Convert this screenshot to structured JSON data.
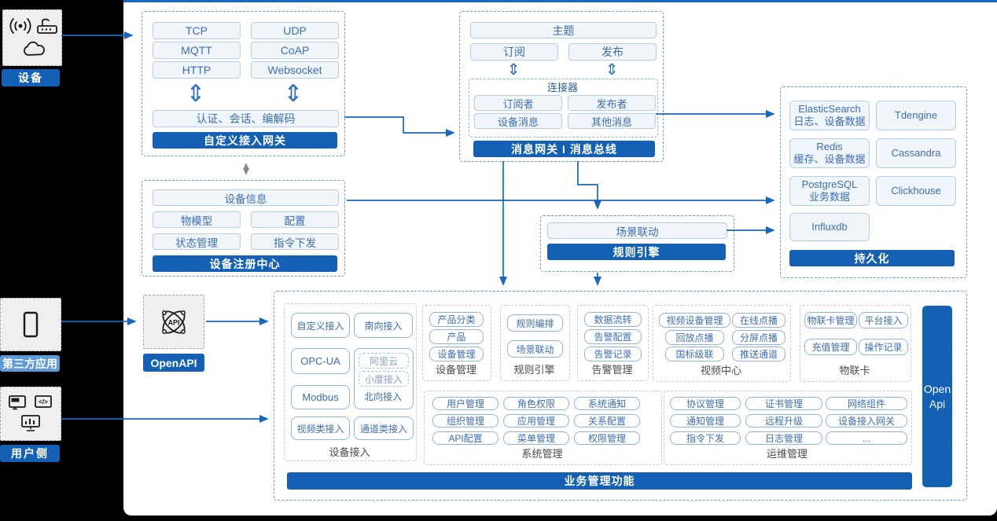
{
  "left_rail": {
    "device_label": "设备",
    "third_party_label": "第三方应用",
    "user_side_label": "用户侧"
  },
  "icons": {
    "updown_arrow": "⇕"
  },
  "custom_gateway": {
    "protocols": [
      "TCP",
      "UDP",
      "MQTT",
      "CoAP",
      "HTTP",
      "Websocket"
    ],
    "session_bar": "认证、会话、编解码",
    "title": "自定义接入网关"
  },
  "device_registry": {
    "device_info": "设备信息",
    "items": [
      "物模型",
      "配置",
      "状态管理",
      "指令下发"
    ],
    "title": "设备注册中心"
  },
  "message_gateway": {
    "topic": "主题",
    "subscribe": "订阅",
    "publish": "发布",
    "connector_title": "连接器",
    "connector_items": [
      "订阅者",
      "发布者",
      "设备消息",
      "其他消息"
    ],
    "title": "消息网关 I 消息总线"
  },
  "persistence": {
    "stores": [
      {
        "name": "ElasticSearch",
        "desc": "日志、设备数据"
      },
      {
        "name": "Tdengine",
        "desc": ""
      },
      {
        "name": "Redis",
        "desc": "缓存、设备数据"
      },
      {
        "name": "Cassandra",
        "desc": ""
      },
      {
        "name": "PostgreSQL",
        "desc": "业务数据"
      },
      {
        "name": "Clickhouse",
        "desc": ""
      },
      {
        "name": "Influxdb",
        "desc": ""
      }
    ],
    "title": "持久化"
  },
  "rule_engine_panel": {
    "scene_linkage": "场景联动",
    "title": "规则引擎"
  },
  "openapi": {
    "label": "OpenAPI"
  },
  "business": {
    "device_access": {
      "label": "设备接入",
      "custom": "自定义接入",
      "south": "南向接入",
      "opcua": "OPC-UA",
      "modbus": "Modbus",
      "ali": "阿里云",
      "xiaodu": "小度接入",
      "north": "北向接入",
      "video": "视频类接入",
      "channel": "通道类接入"
    },
    "device_mgmt": {
      "label": "设备管理",
      "items": [
        "产品分类",
        "产品",
        "设备管理"
      ]
    },
    "rule_engine": {
      "label": "规则引擎",
      "items": [
        "规则编排",
        "场景联动"
      ]
    },
    "alarm_mgmt": {
      "label": "告警管理",
      "items": [
        "数据流转",
        "告警配置",
        "告警记录"
      ]
    },
    "video_center": {
      "label": "视频中心",
      "items": [
        "视频设备管理",
        "在线点播",
        "回放点播",
        "分屏点播",
        "国标级联",
        "推送通道"
      ]
    },
    "iot_card": {
      "label": "物联卡",
      "items": [
        "物联卡管理",
        "平台接入",
        "充值管理",
        "操作记录"
      ]
    },
    "system_mgmt": {
      "label": "系统管理",
      "items": [
        "用户管理",
        "角色权限",
        "系统通知",
        "组织管理",
        "应用管理",
        "关系配置",
        "API配置",
        "菜单管理",
        "权限管理"
      ]
    },
    "ops_mgmt": {
      "label": "运维管理",
      "items": [
        "协议管理",
        "证书管理",
        "网络组件",
        "通知管理",
        "远程升级",
        "设备接入网关",
        "指令下发",
        "日志管理",
        "..."
      ]
    },
    "bottom_bar": "业务管理功能",
    "open_api_vertical": "Open Api"
  },
  "colors": {
    "accent_blue": "#1360B4",
    "line_blue": "#1767C0",
    "light_label_blue": "#5E9AD8",
    "item_fill": "#F0F5FA",
    "item_border": "#B7CDE6",
    "item_text": "#3D6EB5"
  }
}
